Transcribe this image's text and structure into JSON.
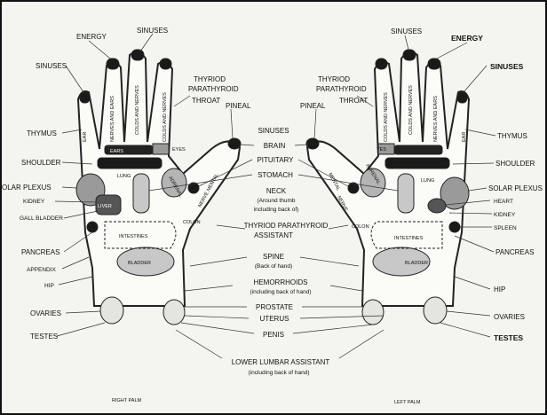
{
  "colors": {
    "ink": "#111111",
    "zone_dark": "#1a1a1a",
    "zone_mid": "#9a9a9a",
    "zone_light": "#c8c8c8",
    "paper": "#f4f4f0"
  },
  "center": {
    "sinuses": "SINUSES",
    "brain": "BRAIN",
    "pituitary": "PITUITARY",
    "stomach": "STOMACH",
    "neck": "NECK",
    "neck_note_1": "(Around thumb",
    "neck_note_2": "including back of)",
    "thyroid_assistant_1": "THYRIOD PARATHYROID",
    "thyroid_assistant_2": "ASSISTANT",
    "spine": "SPINE",
    "spine_note": "(Back of hand)",
    "hemorrhoids": "HEMORRHOIDS",
    "hemorrhoids_note": "(including back of hand)",
    "prostate": "PROSTATE",
    "uterus": "UTERUS",
    "penis": "PENIS",
    "lumbar_1": "LOWER LUMBAR ASSISTANT",
    "lumbar_2": "(including back of hand)"
  },
  "right_palm": {
    "caption": "RIGHT PALM",
    "energy": "ENERGY",
    "sinuses_top": "SINUSES",
    "sinuses_side": "SINUSES",
    "thyroid": "THYRIOD",
    "parathyroid": "PARATHYROID",
    "throat": "THROAT",
    "pineal": "PINEAL",
    "thymus": "THYMUS",
    "shoulder": "SHOULDER",
    "solar_plexus": "OLAR PLEXUS",
    "kidney": "KIDNEY",
    "gall_bladder": "GALL BLADDER",
    "pancreas": "PANCREAS",
    "appendix": "APPENDIX",
    "hip": "HIP",
    "ovaries": "OVARIES",
    "testes": "TESTES",
    "finger_ear": "EAR",
    "finger_nerves": "NERVES AND EARS",
    "finger_colds1": "COLDS AND NERVES",
    "finger_colds2": "COLDS AND NERVES",
    "ears": "EARS",
    "eyes": "EYES",
    "lung": "LUNG",
    "adrenal": "ADRENAL",
    "liver": "LIVER",
    "nerve_mental": "NERVE MENTAL",
    "colon": "COLON",
    "intestines": "INTESTINES",
    "bladder": "BLADDER"
  },
  "left_palm": {
    "caption": "LEFT PALM",
    "sinuses_top": "SINUSES",
    "energy": "ENERGY",
    "sinuses_side": "SINUSES",
    "thyroid": "THYRIOD",
    "parathyroid": "PARATHYROID",
    "throat": "THROAT",
    "pineal": "PINEAL",
    "thymus": "THYMUS",
    "shoulder": "SHOULDER",
    "solar_plexus": "SOLAR PLEXUS",
    "heart": "HEART",
    "kidney": "KIDNEY",
    "spleen": "SPLEEN",
    "pancreas": "PANCREAS",
    "hip": "HIP",
    "ovaries": "OVARIES",
    "testes": "TESTES",
    "finger_ear": "EAR",
    "finger_nerves": "NERVES AND EARS",
    "finger_colds1": "COLDS AND NERVES",
    "finger_colds2": "COLDS AND NERVES",
    "eyes": "YES",
    "lung": "LUNG",
    "adrenal": "ADRENAL",
    "mental": "MENTAL",
    "nerve": "NERVE",
    "colon": "COLON",
    "intestines": "INTESTINES",
    "bladder": "BLADDER"
  }
}
